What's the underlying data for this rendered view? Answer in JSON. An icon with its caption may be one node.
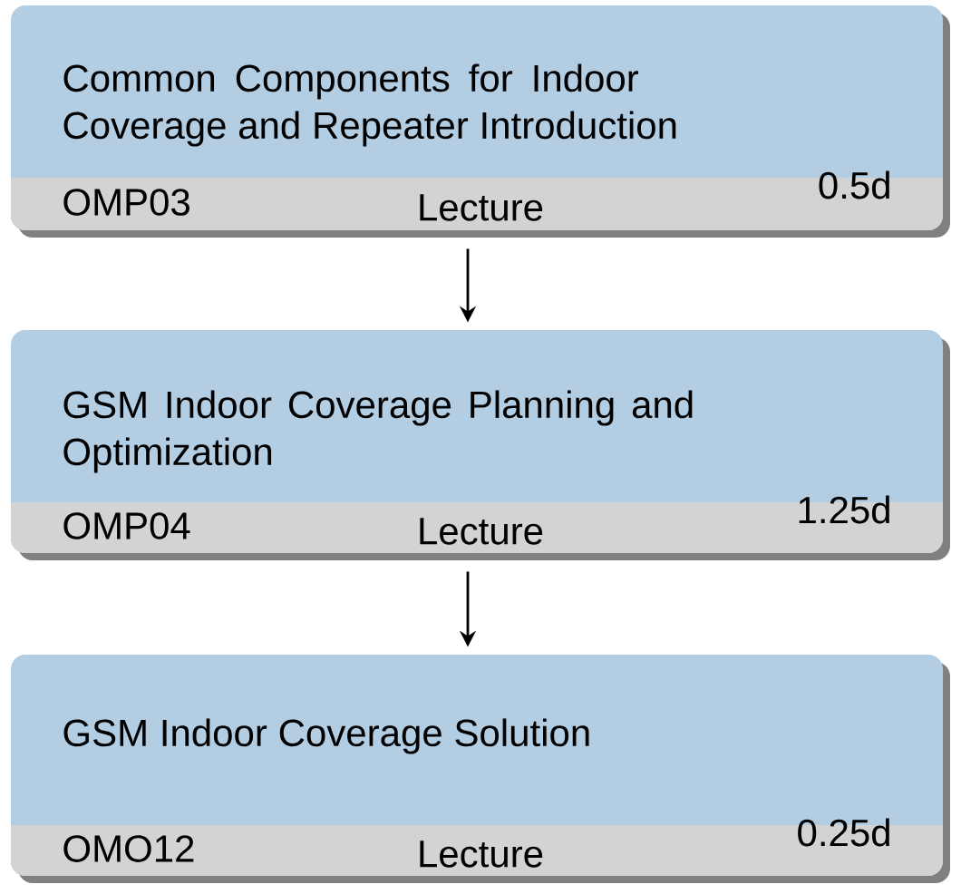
{
  "diagram": {
    "nodes": [
      {
        "text": [
          "Common Components for Indoor Coverage and Repeater Introduction"
        ]
      },
      {
        "text": [
          "OMP03",
          "Lecture",
          "0.5d"
        ],
        "in": 0
      },
      {
        "text": [
          "GSM Indoor Coverage Planning and Optimization"
        ]
      },
      {
        "text": [
          "OMP04",
          "Lecture",
          "1.25d"
        ],
        "in": 2
      },
      {
        "text": [
          "GSM Indoor Coverage Solution"
        ]
      },
      {
        "text": [
          "OMO12",
          "Lecture",
          "0.25d"
        ],
        "in": 4
      }
    ],
    "edges": [
      {
        "from": 0,
        "to": 2,
        "arrow": "to"
      },
      {
        "from": 2,
        "to": 4,
        "arrow": "to"
      }
    ]
  }
}
